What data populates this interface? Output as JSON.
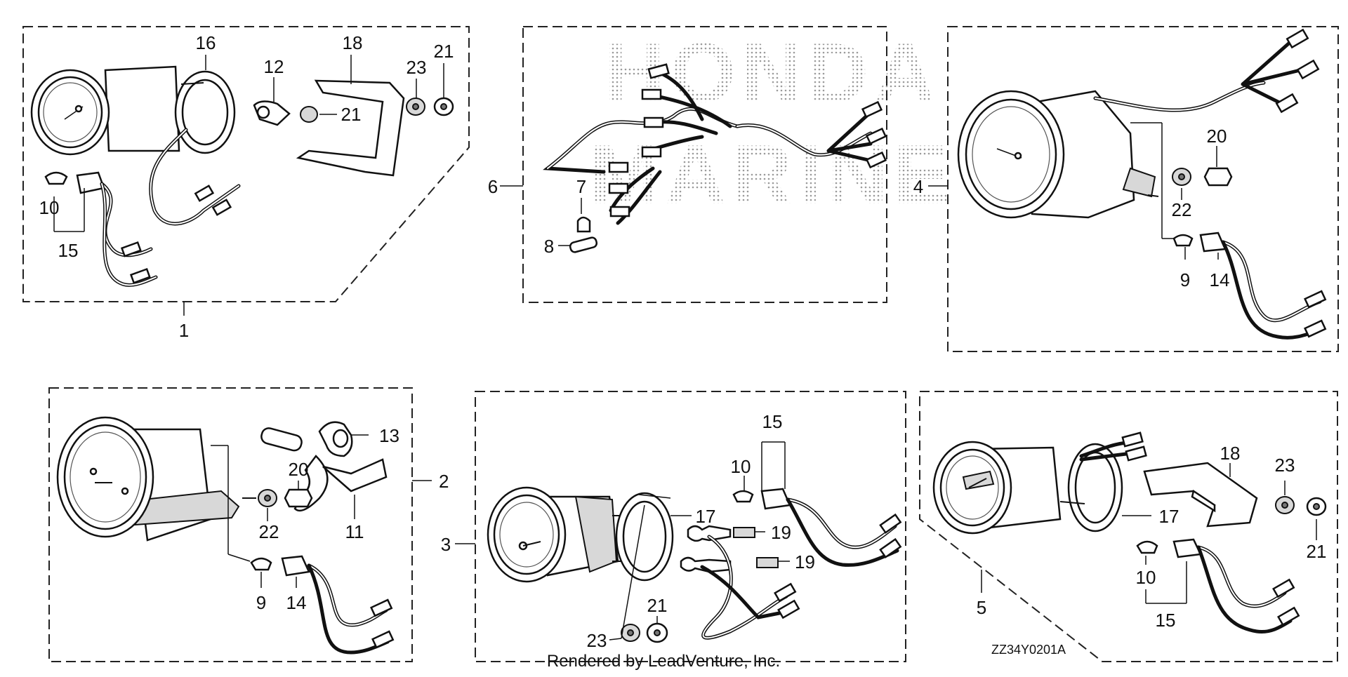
{
  "callouts": {
    "p1": [
      "16",
      "12",
      "18",
      "23",
      "21",
      "21",
      "10",
      "15",
      "1"
    ],
    "p6": [
      "6",
      "7",
      "8"
    ],
    "p4": [
      "4",
      "20",
      "22",
      "9",
      "14"
    ],
    "p2": [
      "13",
      "2",
      "20",
      "22",
      "11",
      "9",
      "14"
    ],
    "p3": [
      "15",
      "10",
      "17",
      "19",
      "19",
      "3",
      "21",
      "23"
    ],
    "p5": [
      "18",
      "23",
      "17",
      "21",
      "10",
      "15",
      "5"
    ]
  },
  "watermark": "HONDA MARINE",
  "diagram_code": "ZZ34Y0201A",
  "footer": "Rendered by LeadVenture, Inc."
}
